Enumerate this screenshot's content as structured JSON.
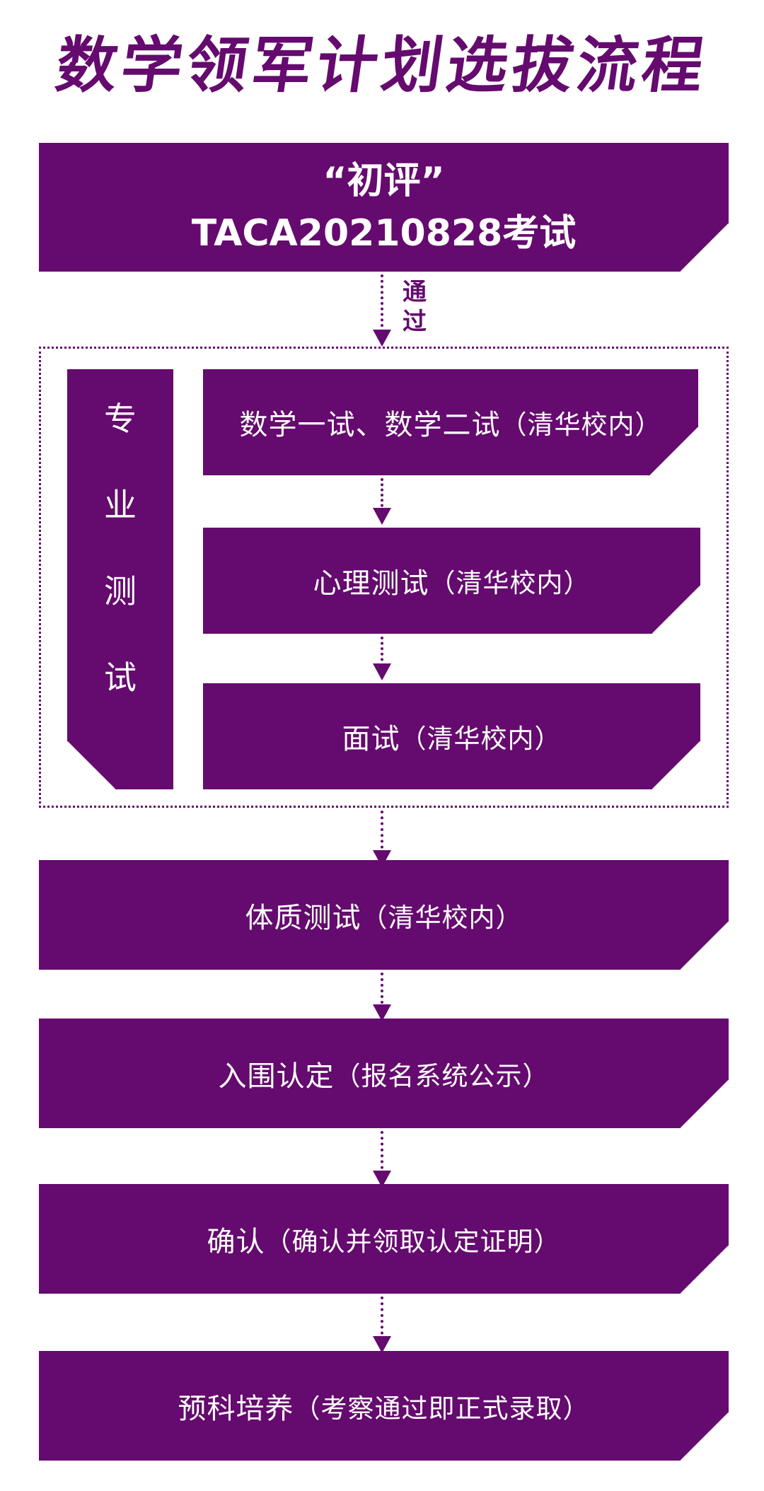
{
  "title": "数学领军计划选拔流程",
  "steps": {
    "initial": {
      "line1": "“初评”",
      "line2": "TACA20210828考试"
    },
    "pass_label": "通过",
    "professional": {
      "label_chars": [
        "专",
        "业",
        "测",
        "试"
      ],
      "sub": [
        {
          "main": "数学一试、数学二试",
          "paren": "（清华校内）"
        },
        {
          "main": "心理测试",
          "paren": "（清华校内）"
        },
        {
          "main": "面试",
          "paren": "（清华校内）"
        }
      ]
    },
    "fitness": {
      "main": "体质测试",
      "paren": "（清华校内）"
    },
    "shortlist": {
      "main": "入围认定",
      "paren": "（报名系统公示）"
    },
    "confirm": {
      "main": "确认",
      "paren": "（确认并领取认定证明）"
    },
    "prep": {
      "main": "预科培养",
      "paren": "（考察通过即正式录取）"
    }
  },
  "colors": {
    "primary": "#650a6e",
    "text_on_primary": "#ffffff",
    "background": "#ffffff"
  }
}
